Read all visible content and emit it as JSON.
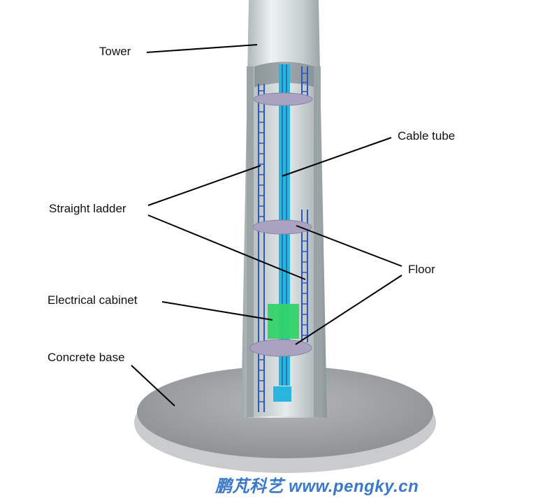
{
  "diagram": {
    "subject": "Wind turbine tower cross-section",
    "labels": {
      "tower": "Tower",
      "cable_tube": "Cable tube",
      "straight_ladder": "Straight ladder",
      "floor": "Floor",
      "electrical_cabinet": "Electrical cabinet",
      "concrete_base": "Concrete base"
    },
    "watermark": "鹏芃科艺 www.pengky.cn",
    "colors": {
      "tower": "#c9d1d2",
      "cable_tube": "#2ab4e0",
      "ladder": "#2a56c6",
      "floor": "#a9a2c0",
      "cabinet": "#33d36a",
      "base": "#a4a6a8",
      "watermark": "#3a78c9"
    }
  }
}
